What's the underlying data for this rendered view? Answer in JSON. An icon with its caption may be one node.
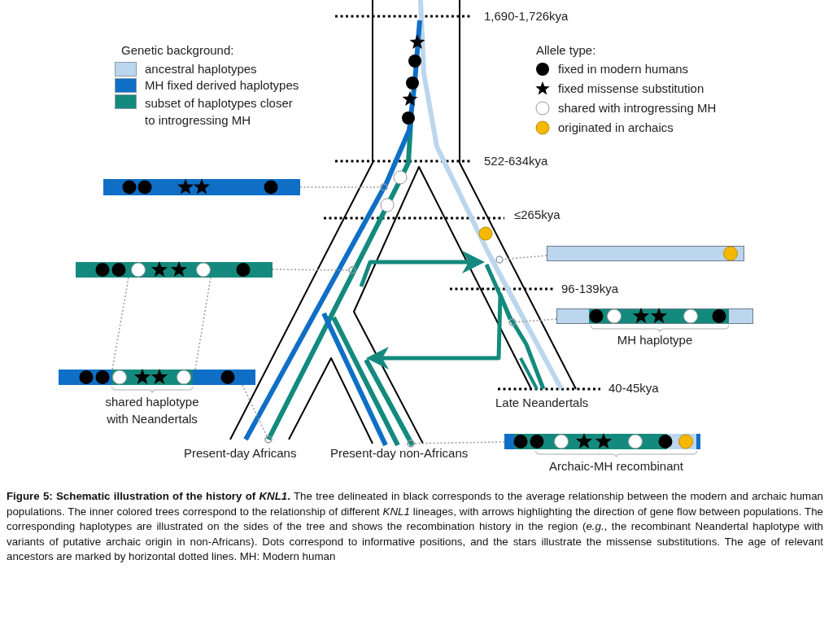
{
  "diagram": {
    "caption": "**Figure 5: Schematic illustration of the history of *KNL1*.** The tree delineated in black corresponds to the average relationship between the modern and archaic human populations. The inner colored trees correspond to the relationship of different *KNL1* lineages, with arrows highlighting the direction of gene flow between populations. The corresponding haplotypes are illustrated on the sides of the tree and shows the recombination history in the region (*e.g.*, the recombinant Neandertal haplotype with variants of putative archaic origin in non-Africans). Dots correspond to informative positions, and the stars illustrate the missense substitutions. The age of relevant ancestors are marked by horizontal dotted lines. MH: Modern human",
    "nodes": [
      {
        "text": [],
        "shape": "bar"
      },
      {
        "text": [],
        "shape": "bar"
      },
      {
        "text": [],
        "shape": "bar"
      },
      {
        "text": [],
        "shape": "bar",
        "beside": [
          "MH haplotype"
        ]
      },
      {
        "text": [],
        "shape": "bar",
        "beside": [
          "shared haplotype with Neandertals"
        ]
      },
      {
        "text": [],
        "shape": "bar",
        "beside": [
          "Archaic-MH recombinant"
        ]
      },
      {
        "text": [],
        "shape": "circle"
      },
      {
        "text": [],
        "shape": "circle"
      },
      {
        "text": [],
        "shape": "circle"
      },
      {
        "text": [],
        "shape": "circle"
      },
      {
        "text": [],
        "shape": "circle"
      },
      {
        "text": [],
        "shape": "circle"
      }
    ],
    "edges": [
      {
        "from": 0,
        "to": 6,
        "arrow": "none",
        "style": "dashed"
      },
      {
        "from": 1,
        "to": 7,
        "arrow": "none",
        "style": "dashed"
      },
      {
        "from": 2,
        "to": 8,
        "arrow": "none",
        "style": "dashed"
      },
      {
        "from": 3,
        "to": 9,
        "arrow": "none",
        "style": "dashed"
      },
      {
        "from": 4,
        "to": 10,
        "arrow": "none",
        "style": "dashed"
      },
      {
        "from": 5,
        "to": 11,
        "arrow": "none",
        "style": "dashed"
      },
      {
        "from": 2,
        "to": 4,
        "arrow": "none",
        "style": "dashed"
      },
      {
        "from": 2,
        "to": 4,
        "arrow": "none",
        "style": "dashed"
      }
    ],
    "labels": [
      "1,690-1,726kya",
      "Genetic background:",
      "Allele type:",
      "522-634kya",
      "≤265kya",
      "96-139kya",
      "40-45kya",
      "Late Neandertals",
      "Present-day Africans",
      "Present-day non-Africans"
    ],
    "legend": [
      {
        "text": "ancestral haplotypes",
        "color": "#bcd6ee"
      },
      {
        "text": "MH fixed derived haplotypes",
        "color": "#0f6fc6"
      },
      {
        "text": "subset of haplotypes closer to introgressing MH",
        "color": "#138a7d"
      },
      {
        "text": "fixed in modern humans"
      },
      {
        "text": "fixed missense substitution"
      },
      {
        "text": "shared with introgressing MH"
      },
      {
        "text": "originated in archaics"
      }
    ]
  }
}
